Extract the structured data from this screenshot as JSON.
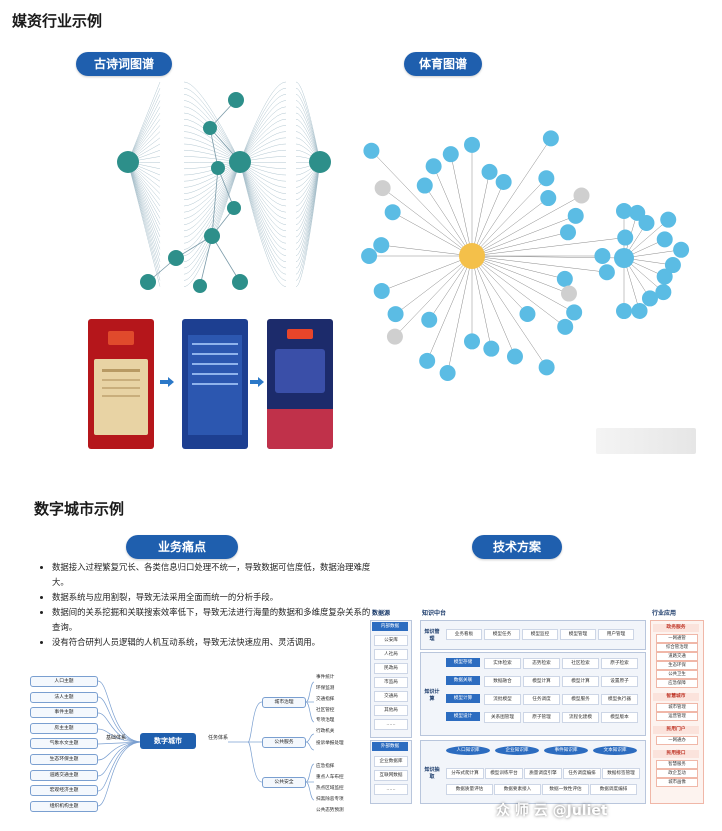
{
  "sections": {
    "media_title": "媒资行业示例",
    "city_title": "数字城市示例"
  },
  "pills": {
    "poetry": "古诗词图谱",
    "sports": "体育图谱",
    "pain": "业务痛点",
    "tech": "技术方案"
  },
  "phones": {
    "captions": [
      "",
      "",
      ""
    ]
  },
  "pain_points": [
    "数据接入过程繁复冗长、各类信息归口处理不统一，导致数据可信度低，数据治理难度大。",
    "数据系统与应用割裂，导致无法采用全面而统一的分析手段。",
    "数据间的关系挖掘和关联搜索效率低下，导致无法进行海量的数据和多维度复杂关系的查询。",
    "没有符合研判人员逻辑的人机互动系统，导致无法快速应用、灵活调用。"
  ],
  "mindmap": {
    "center": "数字城市",
    "left_link": "基础体系",
    "right_link": "任务体系",
    "left": [
      "人口主题",
      "法人主题",
      "事件主题",
      "房主主题",
      "气象水文主题",
      "生态环保主题",
      "道路交通主题",
      "宏观经济主题",
      "组织机构主题"
    ],
    "branches": [
      {
        "label": "城市治理",
        "leaves": [
          "事件统计",
          "环保监测",
          "交通指挥",
          "社区管控",
          "专项治理"
        ]
      },
      {
        "label": "公共服务",
        "leaves": [
          "行政机关",
          "投诉举报处理"
        ]
      },
      {
        "label": "公共安全",
        "leaves": [
          "应急指挥",
          "重点人车布控",
          "热点区域监控",
          "扫黑除恶专项",
          "公共态势预测"
        ]
      }
    ]
  },
  "arch": {
    "col1_title": "数据源",
    "col2_title": "知识中台",
    "col3_title": "行业应用",
    "internal_title": "内部数据",
    "internal": [
      "公安库",
      "人社局",
      "民政局",
      "市监局",
      "交通局",
      "其他局",
      "……"
    ],
    "external_title": "外部数据",
    "external": [
      "企业数据库",
      "互联网数据",
      "……"
    ],
    "mgmt_label": "知识管理",
    "mgmt": [
      "业务看板",
      "模型任务",
      "模型监控",
      "模型管理",
      "用户管理"
    ],
    "compute_label": "知识计算",
    "compute_rows": [
      {
        "label": "模型存储",
        "cells": [
          "实体检索",
          "态势检索",
          "社区检索",
          "原子检索"
        ]
      },
      {
        "label": "数据关联",
        "cells": [
          "数据融合",
          "模型计算",
          "模型计算",
          "设置原子"
        ]
      },
      {
        "label": "模型计算",
        "cells": [
          "流批模型",
          "任务调度",
          "模型服务",
          "模型执行器"
        ]
      },
      {
        "label": "模型设计",
        "cells": [
          "关系图管理",
          "原子管理",
          "流程化建模",
          "模型版本"
        ]
      }
    ],
    "extract_label": "知识抽取",
    "extract_top": [
      "人口知识库",
      "企业知识库",
      "事件知识库",
      "文本知识库"
    ],
    "extract_rows": [
      [
        "分布式爬计算",
        "模型训练平台",
        "质量调度引擎",
        "任务调度编排",
        "数据标签管理"
      ],
      [
        "数据质量评估",
        "数据要素接入",
        "数据一致性评估",
        "数据调度编排"
      ]
    ],
    "apps": [
      {
        "title": "政务服务",
        "items": [
          "一网通管",
          "综合管治理",
          "道路交通",
          "生态环保",
          "公共卫生",
          "应急保障"
        ]
      },
      {
        "title": "智慧城市",
        "items": [
          "城市管理",
          "运营管理"
        ]
      },
      {
        "title": "民用门户",
        "items": [
          "一网通办"
        ]
      },
      {
        "title": "民用接口",
        "items": [
          "智慧服务",
          "政企互动",
          "城市画像"
        ]
      }
    ]
  },
  "watermark": "众 师 云  @Juliet",
  "colors": {
    "accent_blue": "#1f5fae",
    "node_teal": "#2d8f8a",
    "node_sky": "#5bbce4",
    "hub_gold": "#f4c04a",
    "app_red": "#c0392b"
  }
}
